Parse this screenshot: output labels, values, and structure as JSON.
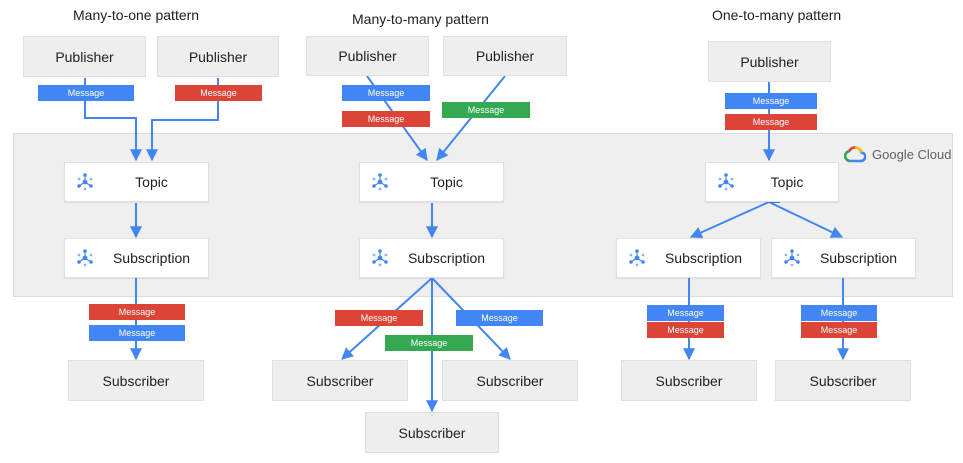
{
  "titles": {
    "many_to_one": "Many-to-one pattern",
    "many_to_many": "Many-to-many  pattern",
    "one_to_many": "One-to-many pattern"
  },
  "cloud": {
    "label": "Google Cloud"
  },
  "labels": {
    "publisher": "Publisher",
    "topic": "Topic",
    "subscription": "Subscription",
    "subscriber": "Subscriber",
    "message": "Message"
  },
  "colors": {
    "blue": "#4285f4",
    "red": "#db4437",
    "green": "#34a853",
    "arrow": "#4285f4"
  },
  "icons": {
    "topic": "pubsub-icon",
    "subscription": "pubsub-icon",
    "cloud": "google-cloud-logo"
  }
}
